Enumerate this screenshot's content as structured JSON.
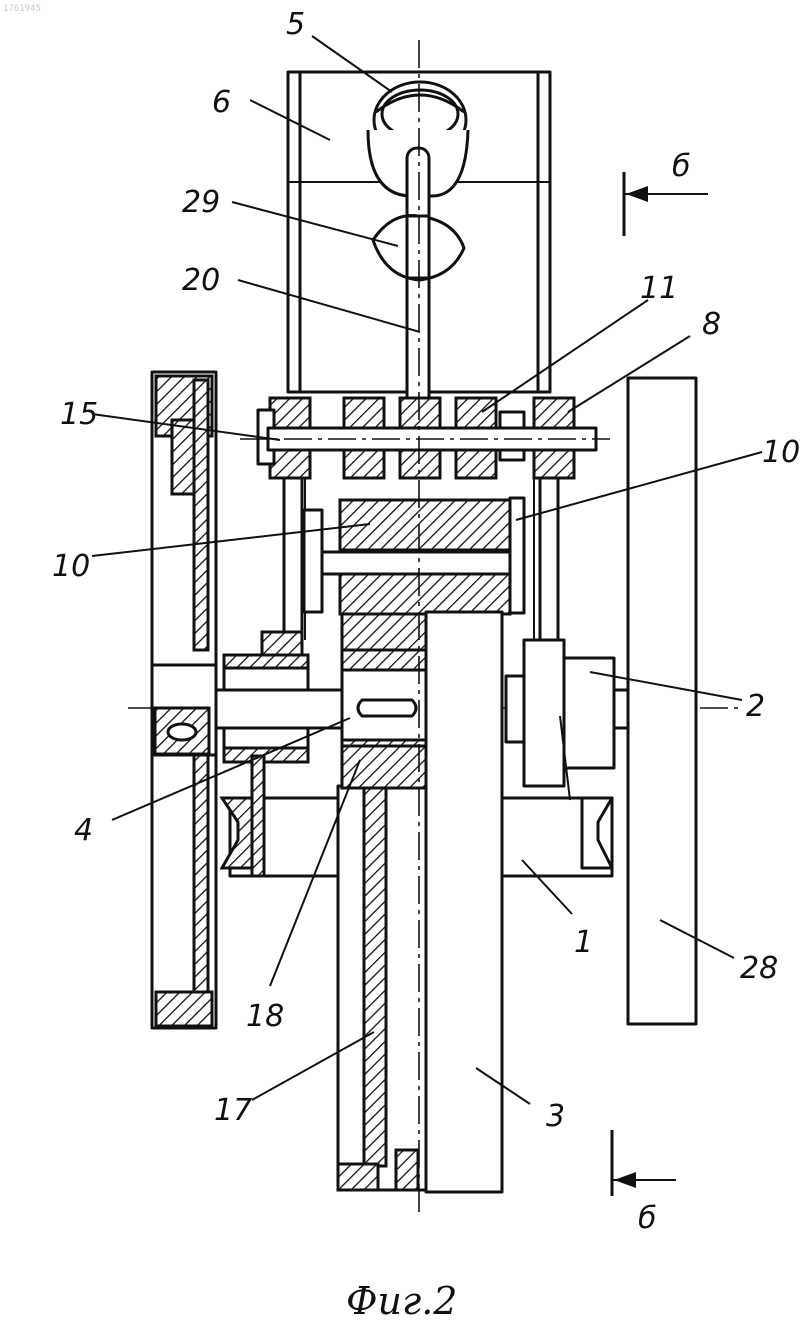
{
  "document": {
    "ref_number": "1761945",
    "caption": "Фиг.2"
  },
  "labels": {
    "l5": "5",
    "l6": "6",
    "l29": "29",
    "l20": "20",
    "l11": "11",
    "l8": "8",
    "l15": "15",
    "l10_right": "10",
    "l10_left": "10",
    "l2": "2",
    "l4": "4",
    "l1": "1",
    "l28": "28",
    "l18": "18",
    "l17": "17",
    "l3": "3"
  },
  "section_marks": {
    "top": "б",
    "bottom": "б"
  }
}
